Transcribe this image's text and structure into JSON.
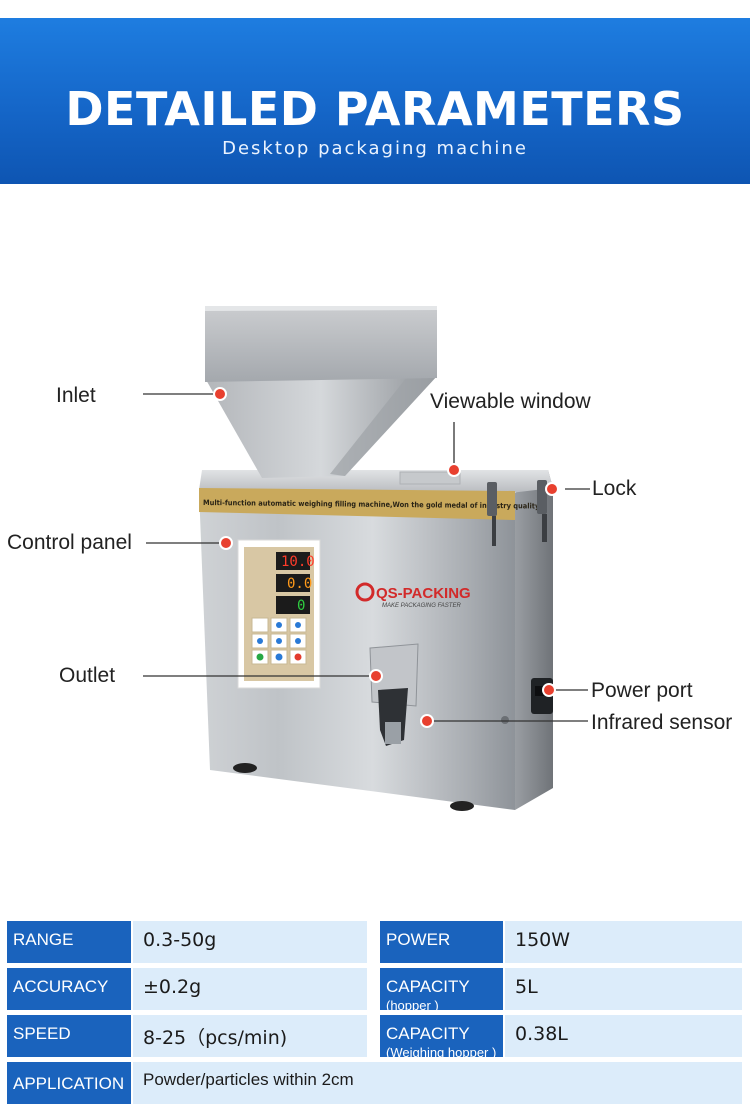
{
  "header": {
    "title": "DETAILED PARAMETERS",
    "subtitle": "Desktop packaging machine"
  },
  "callouts": {
    "inlet": "Inlet",
    "viewable_window": "Viewable window",
    "lock": "Lock",
    "control_panel": "Control panel",
    "outlet": "Outlet",
    "power_port": "Power port",
    "infrared_sensor": "Infrared sensor"
  },
  "machine": {
    "banner_text": "Multi-function automatic weighing filling machine,Won the gold medal of industry quality!",
    "brand": "QS-PACKING",
    "brand_tagline": "MAKE PACKAGING FASTER",
    "display_1": "10.0",
    "display_2": "0.0",
    "display_3": "0"
  },
  "specs": {
    "range_label": "RANGE",
    "range_value": "0.3-50g",
    "power_label": "POWER",
    "power_value": "150W",
    "accuracy_label": "ACCURACY",
    "accuracy_value": "±0.2g",
    "capacity_hopper_label": "CAPACITY",
    "capacity_hopper_sub": "(hopper )",
    "capacity_hopper_value": "5L",
    "speed_label": "SPEED",
    "speed_value": "8-25（pcs/min)",
    "capacity_weighing_label": "CAPACITY",
    "capacity_weighing_sub": "(Weighing hopper )",
    "capacity_weighing_value": "0.38L",
    "application_label": "APPLICATION",
    "application_value": "Powder/particles within 2cm"
  },
  "colors": {
    "banner_blue": "#1566c8",
    "label_blue": "#1a63bd",
    "value_bg": "#dcecfa",
    "marker_red": "#e8402f"
  }
}
